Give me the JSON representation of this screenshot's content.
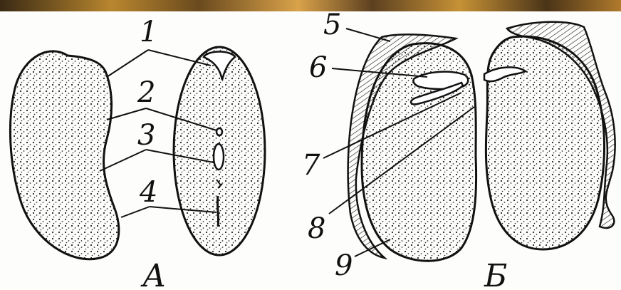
{
  "labels": {
    "n1": "1",
    "n2": "2",
    "n3": "3",
    "n4": "4",
    "n5": "5",
    "n6": "6",
    "n7": "7",
    "n8": "8",
    "n9": "9"
  },
  "panels": {
    "a": "А",
    "b": "Б"
  },
  "colors": {
    "ink": "#111111",
    "paper": "#fdfdfb",
    "top_strip": "#b8862e"
  }
}
